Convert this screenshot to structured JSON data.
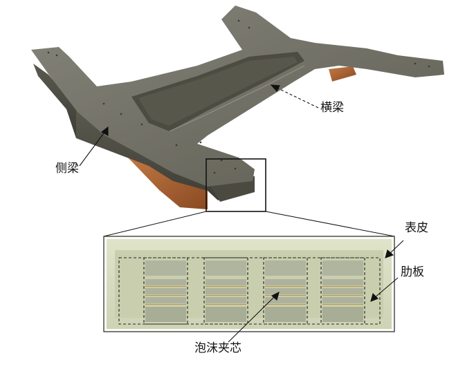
{
  "labels": {
    "crossbeam": "横梁",
    "sidebeam": "侧梁",
    "skin": "表皮",
    "rib": "肋板",
    "foam_core": "泡沫夹芯"
  },
  "colors": {
    "composite_body": "#6c6b5e",
    "wood_base": "#a55d2e",
    "section_face": "#d7dcc0"
  }
}
